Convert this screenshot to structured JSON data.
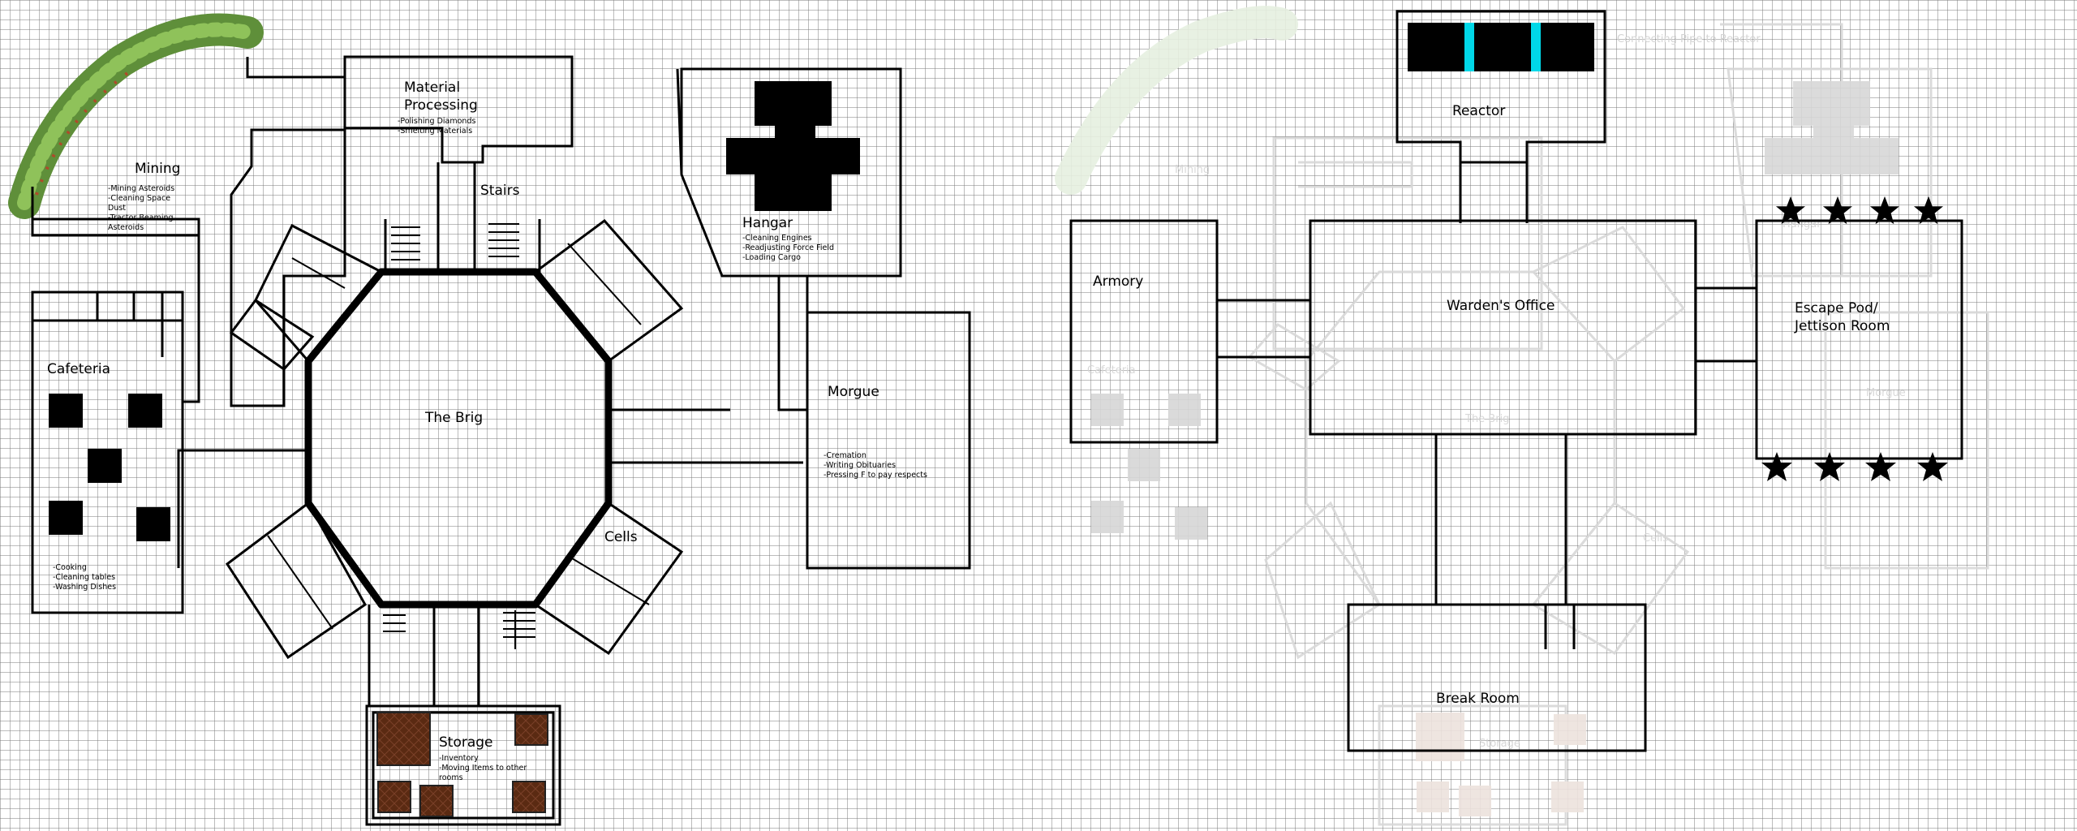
{
  "ground_floor": {
    "mining": {
      "name": "Mining",
      "tasks": [
        "-Mining Asteroids",
        "-Cleaning Space",
        "Dust",
        "-Tractor Beaming",
        "Asteroids"
      ]
    },
    "material_processing": {
      "name_line1": "Material",
      "name_line2": "Processing",
      "tasks": [
        "-Polishing Diamonds",
        "-Smelting Materials"
      ]
    },
    "stairs": {
      "name": "Stairs"
    },
    "hangar": {
      "name": "Hangar",
      "tasks": [
        "-Cleaning Engines",
        "-Readjusting Force Field",
        "-Loading Cargo"
      ]
    },
    "cafeteria": {
      "name": "Cafeteria",
      "tasks": [
        "-Cooking",
        "-Cleaning tables",
        "-Washing Dishes"
      ]
    },
    "brig": {
      "name": "The Brig"
    },
    "morgue": {
      "name": "Morgue",
      "tasks": [
        "-Cremation",
        "-Writing Obituaries",
        "-Pressing F to pay respects"
      ]
    },
    "cells": {
      "name": "Cells"
    },
    "storage": {
      "name": "Storage",
      "tasks": [
        "-Inventory",
        "-Moving Items to other",
        "rooms"
      ]
    }
  },
  "upper_floor": {
    "reactor": {
      "name": "Reactor"
    },
    "connecting_note": {
      "text": "Connecting Pipe to Reactor"
    },
    "armory": {
      "name": "Armory"
    },
    "wardens_office": {
      "name": "Warden's Office"
    },
    "escape_pod": {
      "name_line1": "Escape Pod/",
      "name_line2": "Jettison Room"
    },
    "break_room": {
      "name": "Break Room"
    },
    "ghost_labels": {
      "mining": "Mining",
      "cafeteria": "Cafeteria",
      "brig": "The Brig",
      "hangar": "Hangar",
      "morgue": "Morgue",
      "cells": "Cells",
      "storage": "Storage"
    }
  },
  "colors": {
    "wall": "#000000",
    "grid": "#7a7a7a",
    "reactor_core": "#00d8e8",
    "storage_crate": "#5a2a12",
    "asteroid_green": "#5f8f3a",
    "ghost": "#d8d8d8"
  },
  "icons": [
    "star-icon",
    "crate-icon",
    "stairs-icon",
    "ship-icon",
    "table-icon",
    "asteroid-icon"
  ]
}
